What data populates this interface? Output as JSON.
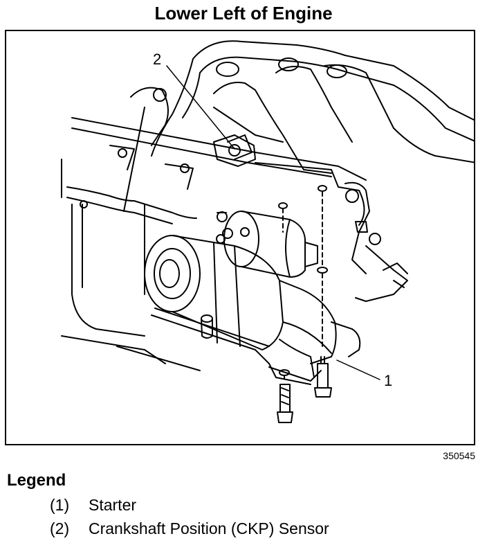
{
  "title": "Lower Left of Engine",
  "callouts": [
    {
      "id": "2",
      "text": "2"
    },
    {
      "id": "1",
      "text": "1"
    }
  ],
  "figure_id": "350545",
  "legend": {
    "heading": "Legend",
    "items": [
      {
        "num": "(1)",
        "label": "Starter"
      },
      {
        "num": "(2)",
        "label": "Crankshaft Position (CKP) Sensor"
      }
    ]
  }
}
